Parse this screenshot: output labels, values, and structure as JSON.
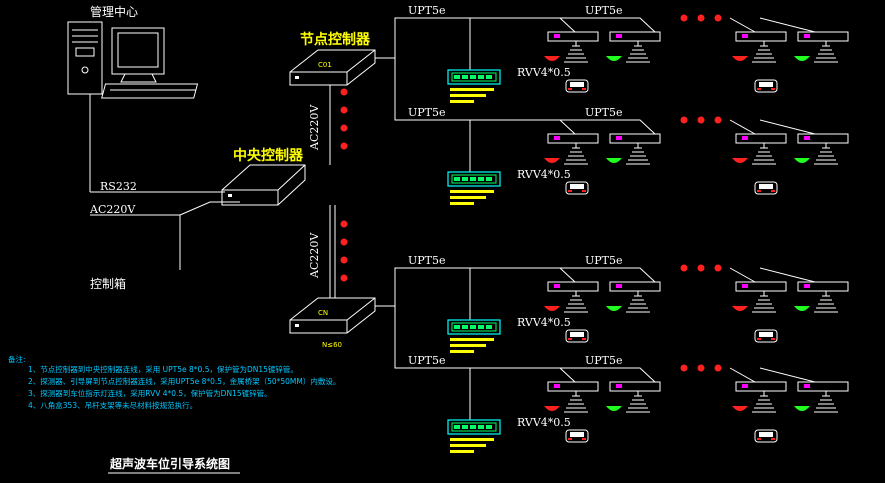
{
  "labels": {
    "management_center": "管理中心",
    "node_controller": "节点控制器",
    "central_controller": "中央控制器",
    "control_box": "控制箱",
    "rs232": "RS232",
    "ac220v": "AC220V",
    "ac220v_vertical_top": "AC220V",
    "ac220v_vertical_bottom": "AC220V",
    "node_tag_top": "C01",
    "node_tag_bottom": "CN",
    "node_count": "N≤60",
    "cable": "UPT5e",
    "rvv": "RVV4*0.5"
  },
  "notes": {
    "heading": "备注:",
    "lines": [
      "1、节点控制器到中央控制器连线，采用 UPT5e 8*0.5，保护管为DN15镀锌管。",
      "2、探测器、引导屏到节点控制器连线，采用UPT5e 8*0.5，金属桥架（50*50MM）内敷设。",
      "3、探测器到车位指示灯连线，采用RVV 4*0.5，保护管为DN15镀锌管。",
      "4、八角盒353、吊杆支架等未尽材料按规范执行。"
    ]
  },
  "diagram_title": "超声波车位引导系统图",
  "colors": {
    "background": "#000000",
    "line": "#ffffff",
    "accent_yellow": "#ffff00",
    "indicator_red": "#ff2020",
    "indicator_green": "#20ff20",
    "detector_magenta": "#ff00ff",
    "screen_cyan": "#00ffff",
    "screen_green": "#00ff66",
    "notes_blue": "#00c8ff"
  }
}
